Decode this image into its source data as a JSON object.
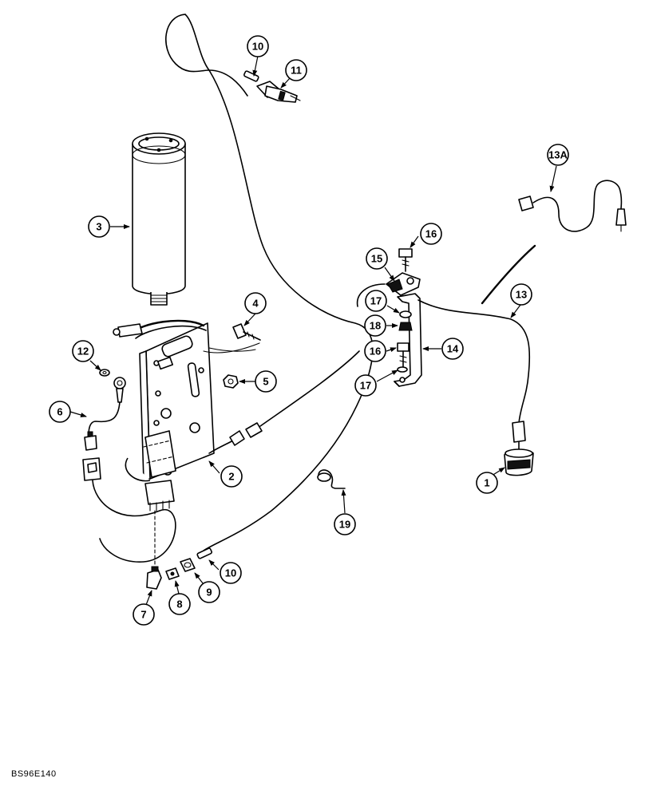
{
  "figure": {
    "reference_code": "BS96E140"
  },
  "callouts": [
    {
      "id": "c1",
      "label": "1"
    },
    {
      "id": "c2",
      "label": "2"
    },
    {
      "id": "c3",
      "label": "3"
    },
    {
      "id": "c4",
      "label": "4"
    },
    {
      "id": "c5",
      "label": "5"
    },
    {
      "id": "c6",
      "label": "6"
    },
    {
      "id": "c7",
      "label": "7"
    },
    {
      "id": "c8",
      "label": "8"
    },
    {
      "id": "c9",
      "label": "9"
    },
    {
      "id": "c10a",
      "label": "10"
    },
    {
      "id": "c10b",
      "label": "10"
    },
    {
      "id": "c11",
      "label": "11"
    },
    {
      "id": "c12",
      "label": "12"
    },
    {
      "id": "c13",
      "label": "13"
    },
    {
      "id": "c13a",
      "label": "13A"
    },
    {
      "id": "c14",
      "label": "14"
    },
    {
      "id": "c15",
      "label": "15"
    },
    {
      "id": "c16a",
      "label": "16"
    },
    {
      "id": "c16b",
      "label": "16"
    },
    {
      "id": "c17a",
      "label": "17"
    },
    {
      "id": "c17b",
      "label": "17"
    },
    {
      "id": "c18",
      "label": "18"
    },
    {
      "id": "c19",
      "label": "19"
    }
  ]
}
